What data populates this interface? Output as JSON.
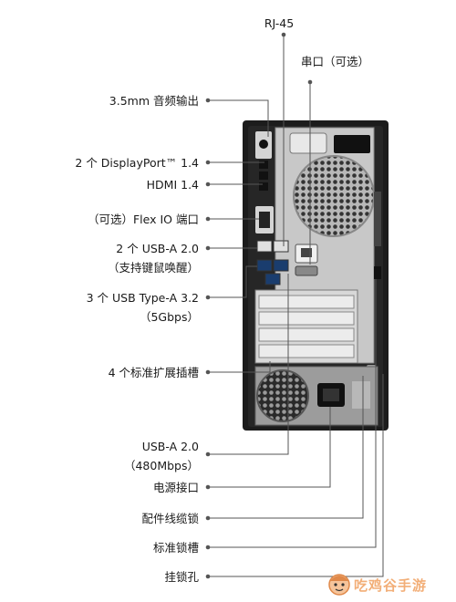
{
  "labels": {
    "rj45": "RJ-45",
    "serial": "串口（可选）",
    "audio": "3.5mm 音频输出",
    "displayport": "2 个 DisplayPort™ 1.4",
    "hdmi": "HDMI 1.4",
    "flexio": "（可选）Flex IO 端口",
    "usb20_wake_line1": "2 个 USB-A 2.0",
    "usb20_wake_line2": "（支持键鼠唤醒）",
    "usb32_line1": "3 个 USB Type-A 3.2",
    "usb32_line2": "（5Gbps）",
    "slots": "4 个标准扩展插槽",
    "usb20_480_line1": "USB-A 2.0",
    "usb20_480_line2": "（480Mbps）",
    "power": "电源接口",
    "cable_lock": "配件线缆锁",
    "lock_slot": "标准锁槽",
    "padlock": "挂锁孔"
  },
  "watermark": {
    "text": "吃鸡谷手游"
  },
  "colors": {
    "case": "#1c1c1c",
    "panel": "#b4b4b4",
    "line": "#555555",
    "watermark": "#f0a060"
  }
}
